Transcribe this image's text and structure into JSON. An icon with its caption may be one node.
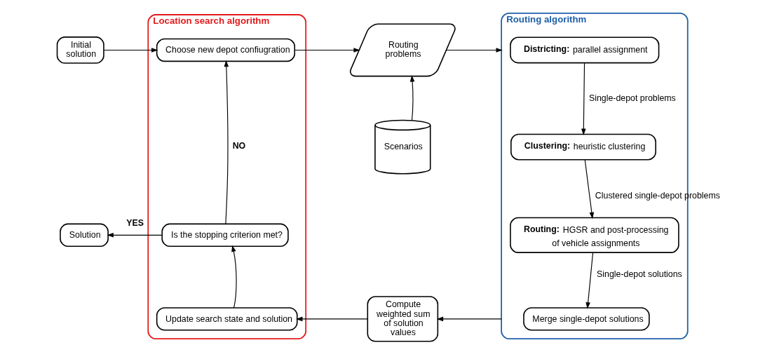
{
  "diagram": {
    "nodes": [
      {
        "text": [
          "Location search algorithm"
        ]
      },
      {
        "text": [
          "Choose new depot confiugration"
        ],
        "in": 0
      },
      {
        "text": [
          "Is the stopping criterion met?"
        ],
        "in": 0
      },
      {
        "text": [
          "Update search state and solution"
        ],
        "in": 0
      },
      {
        "text": [
          "Initial solution"
        ]
      },
      {
        "text": [
          "Solution"
        ]
      },
      {
        "text": [
          "Routing problems"
        ]
      },
      {
        "text": [
          "Scenarios"
        ]
      },
      {
        "text": [
          "Compute weighted sum of solution values"
        ]
      },
      {
        "text": [
          "Routing algorithm"
        ]
      },
      {
        "text": [
          "**Districting:** parallel assignment"
        ],
        "in": 9
      },
      {
        "text": [
          "**Clustering:** heuristic clustering"
        ],
        "in": 9
      },
      {
        "text": [
          "**Routing:** HGSR and post-processing of vehicle assignments"
        ],
        "in": 9
      },
      {
        "text": [
          "Merge single-depot solutions"
        ],
        "in": 9
      }
    ],
    "edges": [
      {
        "from": 4,
        "to": 1,
        "arrow": "to"
      },
      {
        "from": 1,
        "to": 6,
        "arrow": "to"
      },
      {
        "from": 7,
        "to": 6,
        "arrow": "to"
      },
      {
        "from": 6,
        "to": 9,
        "arrow": "to"
      },
      {
        "from": 10,
        "to": 11,
        "arrow": "to",
        "label": "Single-depot problems"
      },
      {
        "from": 11,
        "to": 12,
        "arrow": "to",
        "label": "Clustered single-depot problems"
      },
      {
        "from": 12,
        "to": 13,
        "arrow": "to",
        "label": "Single-depot solutions"
      },
      {
        "from": 9,
        "to": 8,
        "arrow": "to"
      },
      {
        "from": 8,
        "to": 3,
        "arrow": "to"
      },
      {
        "from": 3,
        "to": 2,
        "arrow": "to"
      },
      {
        "from": 2,
        "to": 1,
        "arrow": "to",
        "label": "NO"
      },
      {
        "from": 2,
        "to": 5,
        "arrow": "to",
        "label": "YES"
      }
    ]
  }
}
